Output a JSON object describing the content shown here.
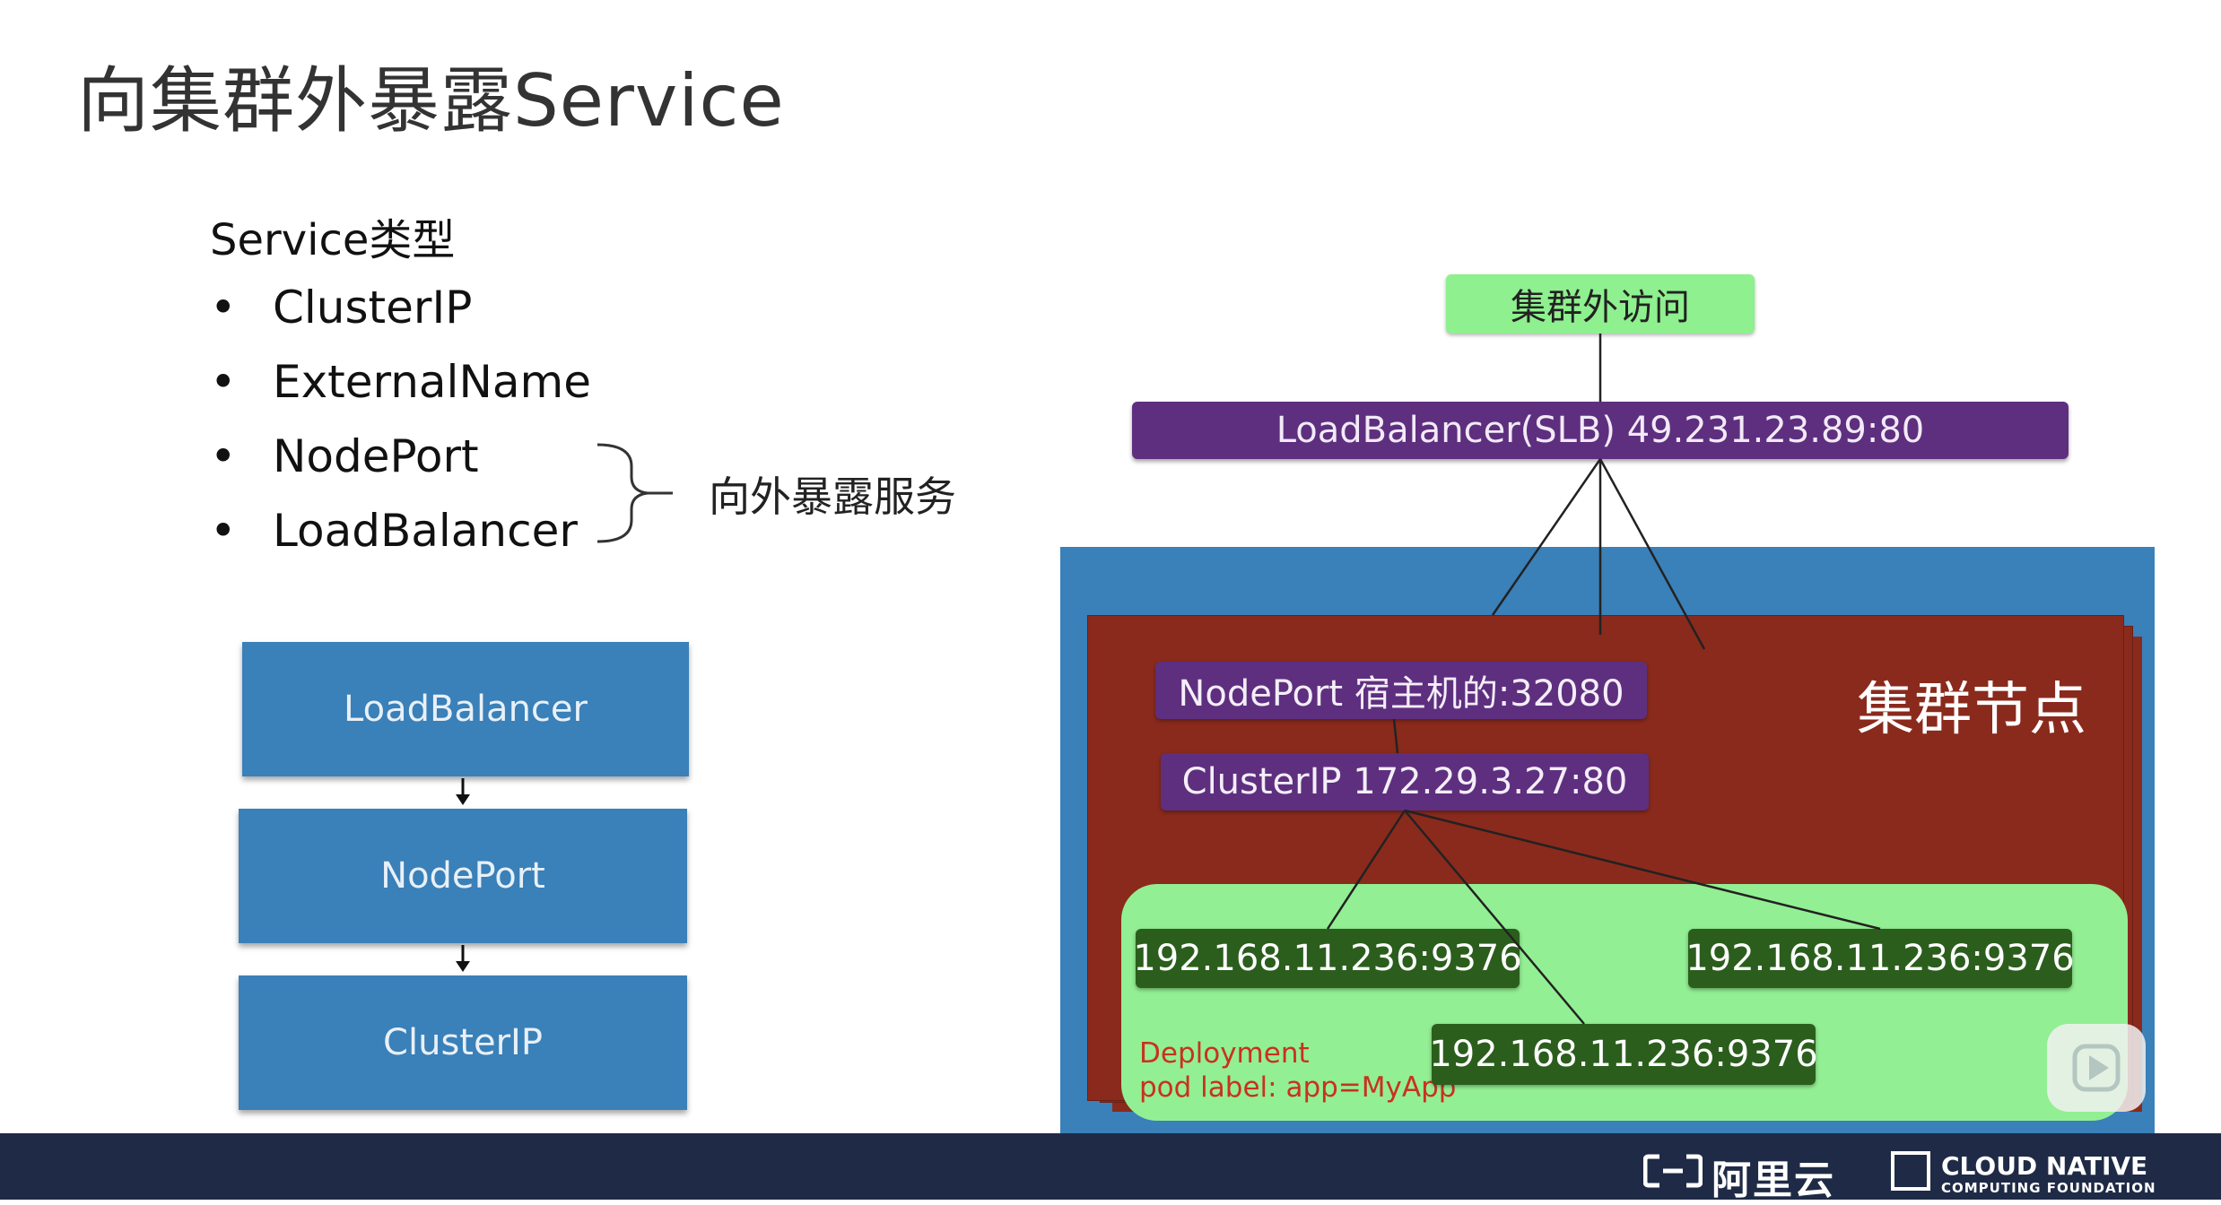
{
  "title": "向集群外暴露Service",
  "service_types": {
    "heading": "Service类型",
    "bullet_glyph": "•",
    "items": [
      "ClusterIP",
      "ExternalName",
      "NodePort",
      "LoadBalancer"
    ],
    "expose_label": "向外暴露服务"
  },
  "stack": {
    "boxes": [
      "LoadBalancer",
      "NodePort",
      "ClusterIP"
    ]
  },
  "topology": {
    "external_access": "集群外访问",
    "load_balancer": "LoadBalancer(SLB) 49.231.23.89:80",
    "node_label": "集群节点",
    "nodeport": "NodePort 宿主机的:32080",
    "clusterip": "ClusterIP 172.29.3.27:80",
    "pods": [
      "192.168.11.236:9376",
      "192.168.11.236:9376",
      "192.168.11.236:9376"
    ],
    "deployment_line1": "Deployment",
    "deployment_line2": "pod label: app=MyApp"
  },
  "footer": {
    "aliyun": "阿里云",
    "cncf_line1": "CLOUD NATIVE",
    "cncf_line2": "COMPUTING FOUNDATION"
  },
  "colors": {
    "stack_blue": "#3a80b9",
    "purple": "#5e2f7f",
    "node_red": "#8a2a1c",
    "pod_green": "#93ef93",
    "pod_dark": "#2b5e1d",
    "footer": "#1f2b46"
  },
  "icons": [
    "brace-icon",
    "arrow-down-icon",
    "aliyun-logo-icon",
    "cncf-logo-icon",
    "play-icon"
  ]
}
